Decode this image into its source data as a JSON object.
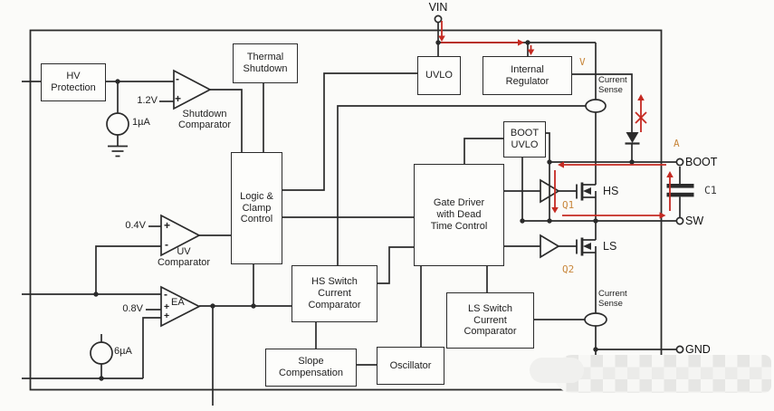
{
  "blocks": {
    "hv_protection": "HV\nProtection",
    "thermal_shutdown": "Thermal\nShutdown",
    "uvlo": "UVLO",
    "internal_regulator": "Internal\nRegulator",
    "boot_uvlo": "BOOT\nUVLO",
    "logic_clamp": "Logic &\nClamp\nControl",
    "gate_driver": "Gate Driver\nwith Dead\nTime Control",
    "hs_switch_comparator": "HS Switch\nCurrent\nComparator",
    "ls_switch_comparator": "LS Switch\nCurrent\nComparator",
    "slope_compensation": "Slope\nCompensation",
    "oscillator": "Oscillator"
  },
  "pins": {
    "vin": "VIN",
    "boot": "BOOT",
    "sw": "SW",
    "gnd": "GND"
  },
  "labels": {
    "shutdown_comparator": "Shutdown\nComparator",
    "uv_comparator": "UV\nComparator",
    "ea": "EA",
    "current_sense_top": "Current\nSense",
    "current_sense_bottom": "Current\nSense",
    "hs": "HS",
    "ls": "LS",
    "c1": "C1"
  },
  "values": {
    "shutdown_ref": "1.2V",
    "uv_ref": "0.4V",
    "ea_ref": "0.8V",
    "shutdown_current": "1µA",
    "ea_current": "6µA"
  },
  "annotations": {
    "v": "V",
    "a": "A",
    "q1": "Q1",
    "q2": "Q2"
  },
  "signs": {
    "plus": "+",
    "minus": "-"
  },
  "colors": {
    "wire": "#2b2b2b",
    "annotation_red": "#c52a22",
    "annotation_orange": "#c8873c"
  }
}
